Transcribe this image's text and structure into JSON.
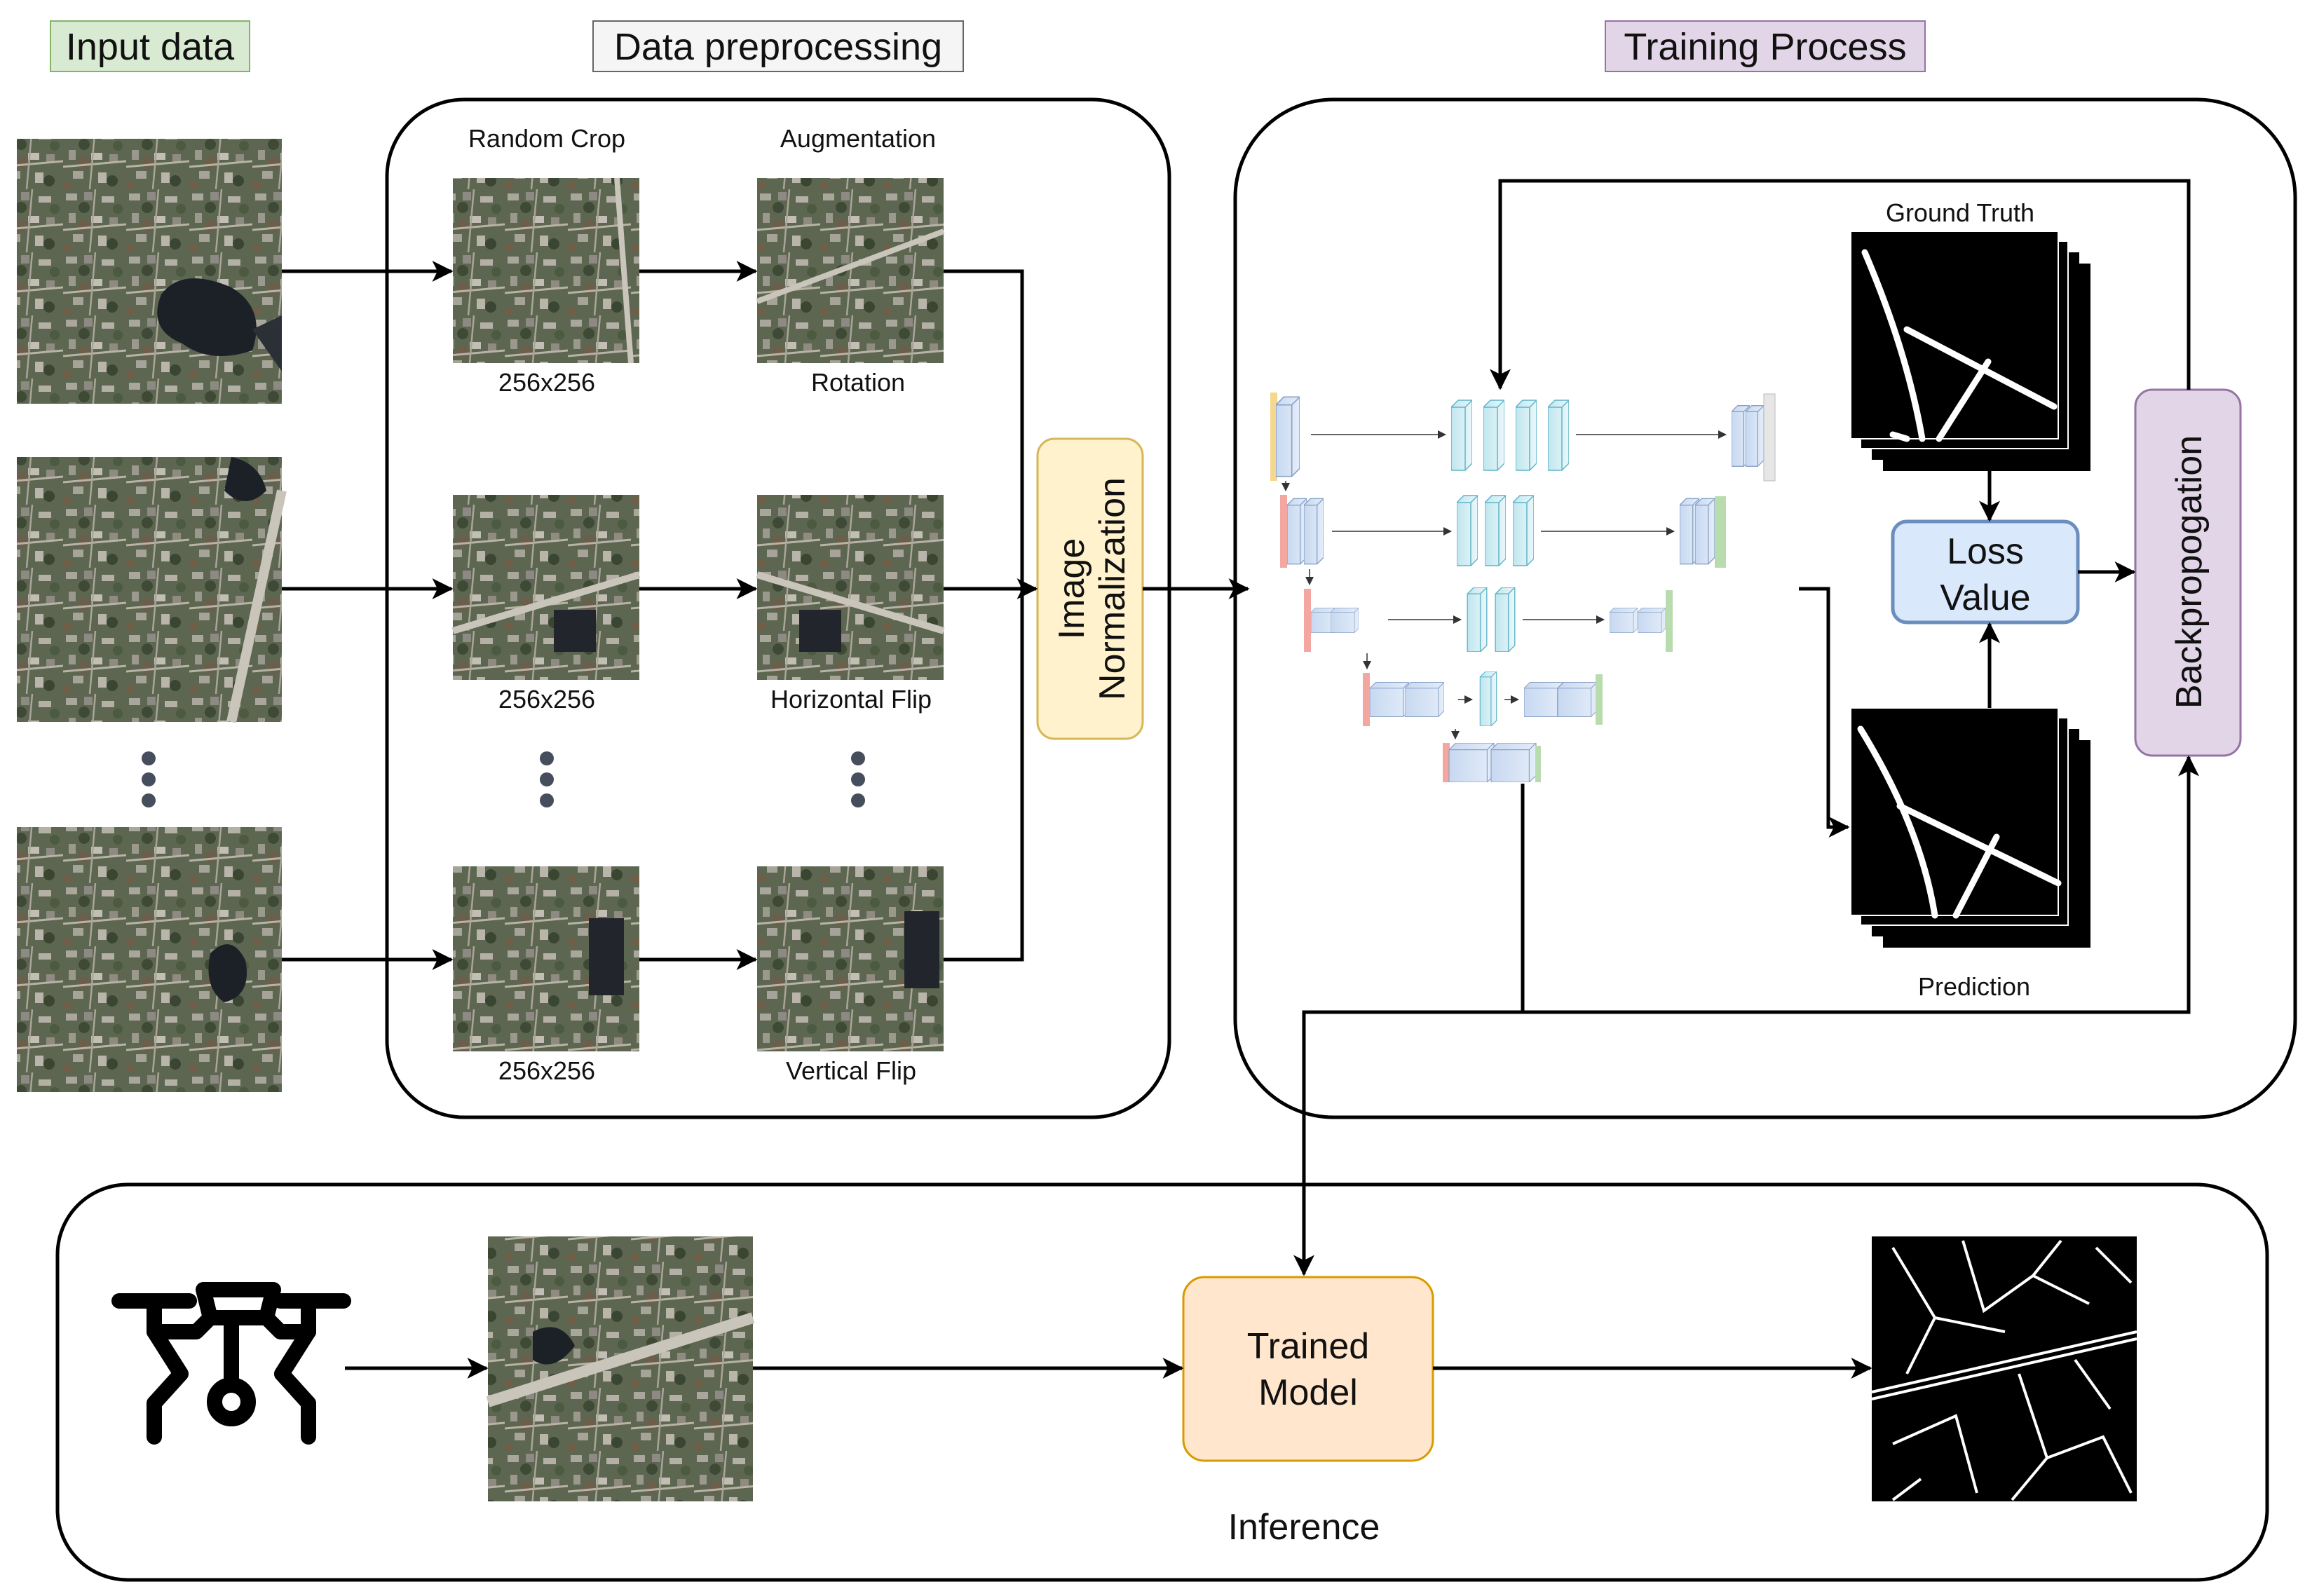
{
  "headers": {
    "input": "Input data",
    "preprocessing": "Data preprocessing",
    "training": "Training Process"
  },
  "preprocessing": {
    "random_crop": "Random Crop",
    "augmentation": "Augmentation",
    "size_1": "256x256",
    "size_2": "256x256",
    "size_3": "256x256",
    "aug_1": "Rotation",
    "aug_2": "Horizontal Flip",
    "aug_3": "Vertical Flip",
    "normalization_1": "Image",
    "normalization_2": "Normalization"
  },
  "training": {
    "ground_truth": "Ground Truth",
    "prediction": "Prediction",
    "loss_1": "Loss",
    "loss_2": "Value",
    "backprop": "Backpropogation"
  },
  "inference": {
    "model_1": "Trained",
    "model_2": "Model",
    "label": "Inference"
  },
  "colors": {
    "input_header_bg": "#d9ead3",
    "input_header_border": "#82b366",
    "preprocess_header_bg": "#f5f5f5",
    "preprocess_header_border": "#666666",
    "training_header_bg": "#e1d5e7",
    "training_header_border": "#9673a6",
    "normalization_bg": "#fff2cc",
    "normalization_border": "#d6b656",
    "loss_bg": "#dae8fc",
    "loss_border": "#6c8ebf",
    "backprop_bg": "#e1d5e7",
    "backprop_border": "#9673a6",
    "model_bg": "#ffe6cc",
    "model_border": "#d79b00"
  },
  "icons": [
    "satellite-image",
    "drone-icon",
    "unet-architecture-icon",
    "road-mask-image"
  ]
}
